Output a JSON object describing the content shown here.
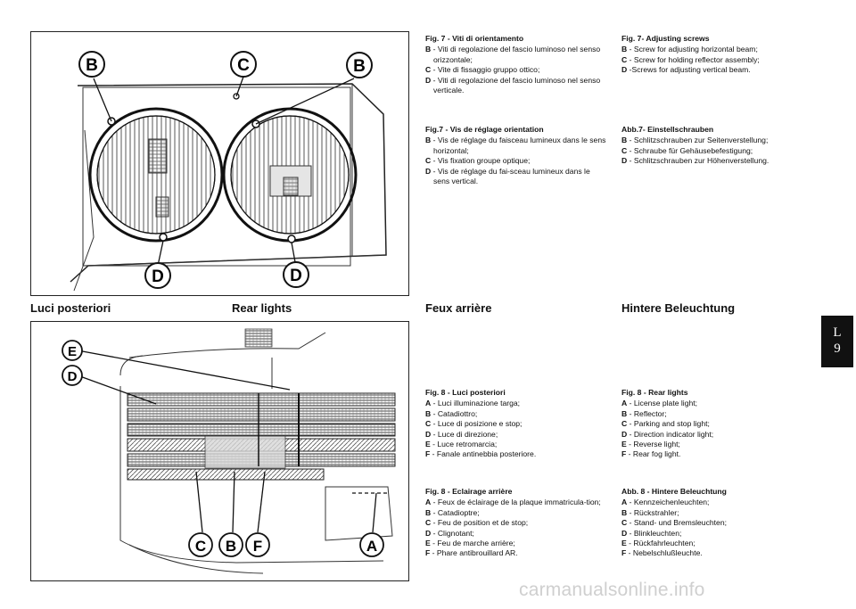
{
  "figure7": {
    "callouts": {
      "b_left": "B",
      "c": "C",
      "b_right": "B",
      "d_left": "D",
      "d_right": "D"
    }
  },
  "figure8": {
    "callouts": {
      "e": "E",
      "d": "D",
      "c": "C",
      "b": "B",
      "f": "F",
      "a": "A"
    }
  },
  "section_titles": {
    "it": "Luci posteriori",
    "en": "Rear lights",
    "fr": "Feux arrière",
    "de": "Hintere Beleuchtung"
  },
  "fig7_text": {
    "it": {
      "caption": "Fig. 7 - Viti di orientamento",
      "items": [
        {
          "key": "B",
          "text": " - Viti di regolazione del fascio luminoso nel senso orizzontale;"
        },
        {
          "key": "C",
          "text": " - Vite di fissaggio gruppo ottico;"
        },
        {
          "key": "D",
          "text": " - Viti di regolazione del fascio luminoso nel senso verticale."
        }
      ]
    },
    "en": {
      "caption": "Fig. 7- Adjusting screws",
      "items": [
        {
          "key": "B",
          "text": " - Screw for adjusting horizontal beam;"
        },
        {
          "key": "C",
          "text": " - Screw for holding reflector assembly;"
        },
        {
          "key": "D",
          "text": " -Screws for adjusting vertical beam."
        }
      ]
    },
    "fr": {
      "caption": "Fig.7 - Vis de réglage orientation",
      "items": [
        {
          "key": "B",
          "text": " - Vis de réglage du faisceau lumineux dans le sens horizontal;"
        },
        {
          "key": "C",
          "text": " - Vis fixation groupe optique;"
        },
        {
          "key": "D",
          "text": " - Vis de réglage du fai-sceau lumineux dans le sens vertical."
        }
      ]
    },
    "de": {
      "caption": "Abb.7- Einstellschrauben",
      "items": [
        {
          "key": "B",
          "text": " - Schlitzschrauben zur Seitenverstellung;"
        },
        {
          "key": "C",
          "text": " - Schraube für Gehäusebefestigung;"
        },
        {
          "key": "D",
          "text": " - Schlitzschrauben zur Höhenverstellung."
        }
      ]
    }
  },
  "fig8_text": {
    "it": {
      "caption": "Fig. 8 - Luci posteriori",
      "items": [
        {
          "key": "A",
          "text": " - Luci illuminazione targa;"
        },
        {
          "key": "B",
          "text": " - Catadiottro;"
        },
        {
          "key": "C",
          "text": " - Luce di posizione e stop;"
        },
        {
          "key": "D",
          "text": " - Luce di direzione;"
        },
        {
          "key": "E",
          "text": " - Luce retromarcia;"
        },
        {
          "key": "F",
          "text": " - Fanale antinebbia posteriore."
        }
      ]
    },
    "en": {
      "caption": "Fig. 8 - Rear lights",
      "items": [
        {
          "key": "A",
          "text": " - License plate light;"
        },
        {
          "key": "B",
          "text": " - Reflector;"
        },
        {
          "key": "C",
          "text": " - Parking and stop light;"
        },
        {
          "key": "D",
          "text": " - Direction indicator light;"
        },
        {
          "key": "E",
          "text": " - Reverse light;"
        },
        {
          "key": "F",
          "text": " - Rear fog light."
        }
      ]
    },
    "fr": {
      "caption": "Fig. 8 - Eclairage arrière",
      "items": [
        {
          "key": "A",
          "text": " - Feux de éclairage de la plaque immatricula-tion;"
        },
        {
          "key": "B",
          "text": " - Catadioptre;"
        },
        {
          "key": "C",
          "text": " - Feu de position et de stop;"
        },
        {
          "key": "D",
          "text": " - Clignotant;"
        },
        {
          "key": "E",
          "text": " - Feu de marche arrière;"
        },
        {
          "key": "F",
          "text": " - Phare antibrouillard AR."
        }
      ]
    },
    "de": {
      "caption": "Abb. 8 - Hintere Beleuchtung",
      "items": [
        {
          "key": "A",
          "text": " - Kennzeichenleuchten;"
        },
        {
          "key": "B",
          "text": " - Rückstrahler;"
        },
        {
          "key": "C",
          "text": " - Stand- und Bremsleuchten;"
        },
        {
          "key": "D",
          "text": " - Blinkleuchten;"
        },
        {
          "key": "E",
          "text": " - Rückfahrleuchten;"
        },
        {
          "key": "F",
          "text": " - Nebelschlußleuchte."
        }
      ]
    }
  },
  "section_tab": {
    "letter": "L",
    "number": "9"
  },
  "watermark": "carmanualsonline.info"
}
